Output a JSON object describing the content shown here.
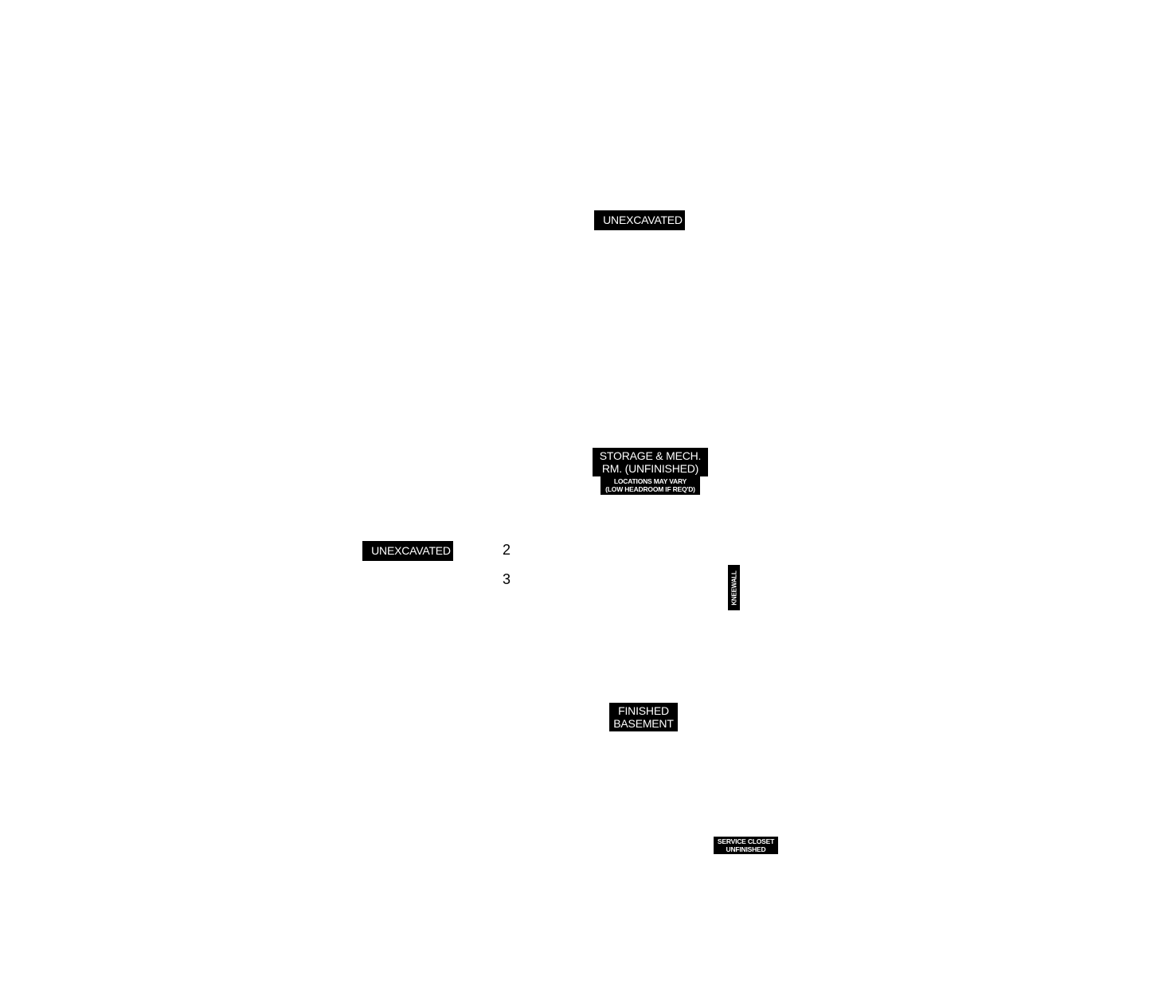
{
  "plan": {
    "rooms": {
      "unexcavated_top": "UNEXCAVATED",
      "unexcavated_left": "UNEXCAVATED",
      "storage_line1": "STORAGE & MECH.",
      "storage_line2": "RM. (UNFINISHED)",
      "storage_note_line1": "LOCATIONS MAY VARY",
      "storage_note_line2": "(LOW HEADROOM IF REQ'D)",
      "finished_line1": "FINISHED",
      "finished_line2": "BASEMENT",
      "service_line1": "SERVICE CLOSET",
      "service_line2": "UNFINISHED",
      "kneewall": "KNEEWALL"
    },
    "numbers": {
      "stair_2": "2",
      "stair_3": "3"
    },
    "colors": {
      "label_bg": "#000000",
      "label_text": "#ffffff",
      "background": "#ffffff"
    }
  }
}
